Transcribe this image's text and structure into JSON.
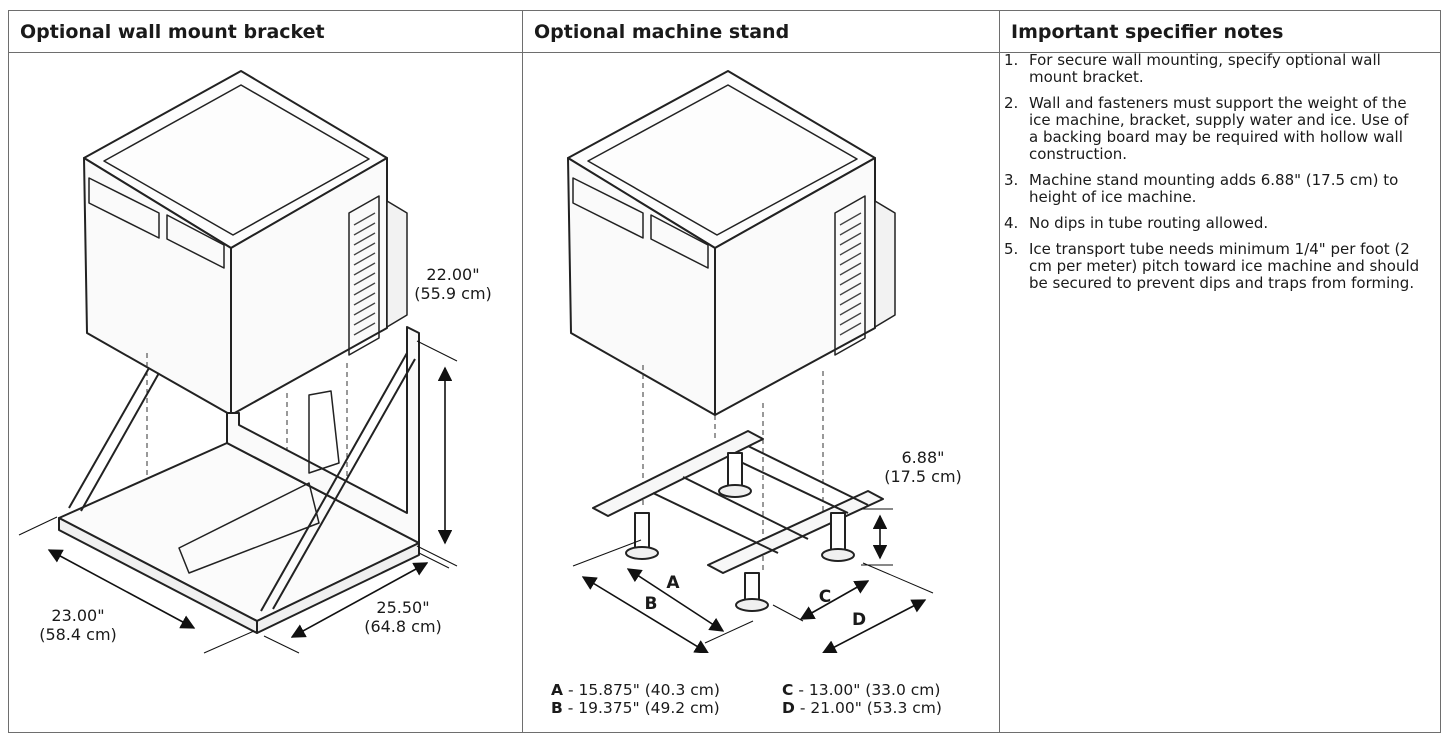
{
  "headers": {
    "wall_bracket": "Optional wall mount bracket",
    "machine_stand": "Optional machine stand",
    "notes": "Important specifier notes"
  },
  "wall_bracket": {
    "height_in": "22.00\"",
    "height_cm": "(55.9 cm)",
    "width_in": "23.00\"",
    "width_cm": "(58.4 cm)",
    "depth_in": "25.50\"",
    "depth_cm": "(64.8 cm)"
  },
  "machine_stand": {
    "height_in": "6.88\"",
    "height_cm": "(17.5 cm)",
    "labels": {
      "a": "A",
      "b": "B",
      "c": "C",
      "d": "D"
    },
    "legend": [
      {
        "letter": "A",
        "value": "- 15.875\" (40.3 cm)"
      },
      {
        "letter": "B",
        "value": "- 19.375\" (49.2 cm)"
      },
      {
        "letter": "C",
        "value": "- 13.00\" (33.0 cm)"
      },
      {
        "letter": "D",
        "value": "- 21.00\" (53.3 cm)"
      }
    ]
  },
  "notes": [
    {
      "num": "1.",
      "text": "For secure wall mounting, specify optional wall mount bracket."
    },
    {
      "num": "2.",
      "text": "Wall and fasteners must support the weight of the ice machine, bracket, supply water and ice. Use of a backing board may be required with hollow wall construction."
    },
    {
      "num": "3.",
      "text": "Machine stand mounting adds 6.88\" (17.5 cm) to height of ice machine."
    },
    {
      "num": "4.",
      "text": "No dips in tube routing allowed."
    },
    {
      "num": "5.",
      "text": "Ice transport tube needs minimum 1/4\" per foot (2 cm per meter) pitch toward ice machine and should be secured to prevent dips and traps from forming."
    }
  ]
}
